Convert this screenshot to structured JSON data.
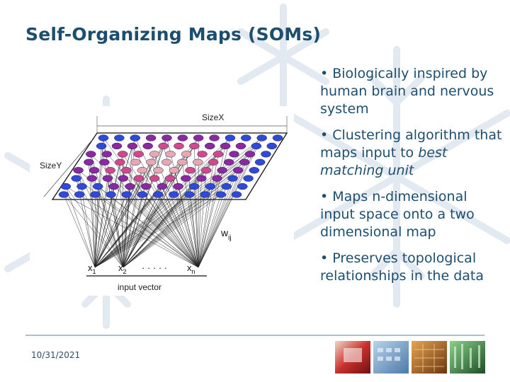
{
  "slide": {
    "title": "Self-Organizing Maps (SOMs)",
    "date": "10/31/2021",
    "bullets": [
      {
        "text": "• Biologically inspired by human brain and nervous system",
        "italic": ""
      },
      {
        "text": "• Clustering algorithm that maps input to ",
        "italic": "best matching unit"
      },
      {
        "text": "• Maps n-dimensional input space onto a two dimensional map",
        "italic": ""
      },
      {
        "text": "• Preserves topological relationships in the data",
        "italic": ""
      }
    ]
  },
  "figure": {
    "size_x_label": "SizeX",
    "size_y_label": "SizeY",
    "weight_label": "w",
    "weight_sub": "ij",
    "x1": "x",
    "x1_sub": "1",
    "x2": "x",
    "x2_sub": "2",
    "xn": "x",
    "xn_sub": "n",
    "dots": "· · · · ·",
    "input_label": "input vector",
    "colors": {
      "neuron_blue": "#2f4ad6",
      "neuron_purple": "#8a2a9e",
      "neuron_pink": "#d04a8a",
      "neuron_light": "#e8a8b0"
    }
  },
  "decor": {
    "thumbnails": [
      "red-tech-thumbnail",
      "blue-keyboard-thumbnail",
      "circuit-board-thumbnail",
      "green-matrix-thumbnail"
    ]
  }
}
